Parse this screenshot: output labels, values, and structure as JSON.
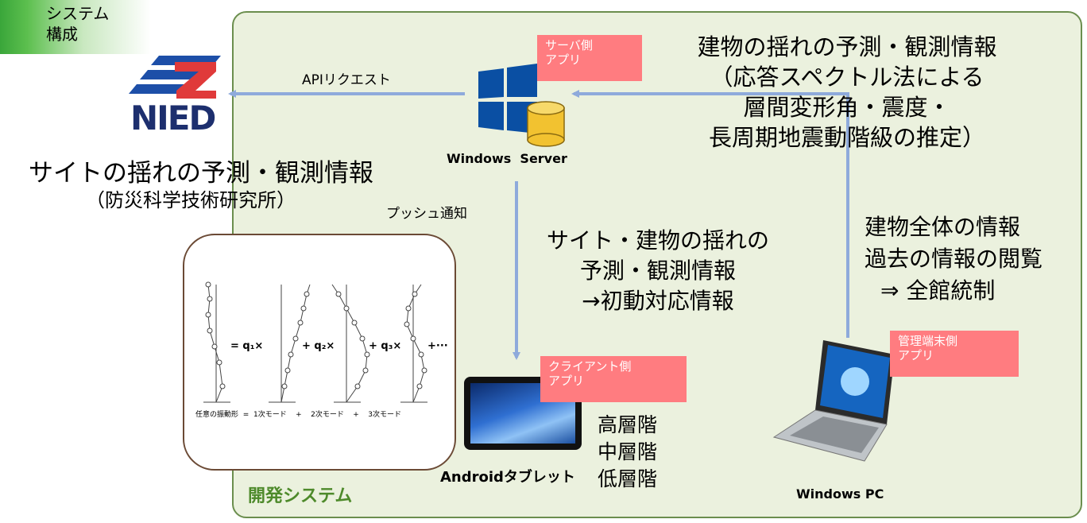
{
  "corner_tag": {
    "line1": "システム",
    "line2": "構成"
  },
  "panel_title": "開発システム",
  "nied": {
    "logo_text": "NIED",
    "caption_line1": "サイトの揺れの予測・観測情報",
    "caption_line2": "（防災科学技術研究所）"
  },
  "server": {
    "tag": "サーバ側\nアプリ",
    "tag_l1": "サーバ側",
    "tag_l2": "アプリ",
    "name": "Windows  Server"
  },
  "api_label": "APIリクエスト",
  "push_label": "プッシュ通知",
  "server_info": {
    "l1": "建物の揺れの予測・観測情報",
    "l2": "（応答スペクトル法による",
    "l3": "層間変形角・震度・",
    "l4": "長周期地震動階級の推定）"
  },
  "site_info": {
    "l1": "サイト・建物の揺れの",
    "l2": "予測・観測情報",
    "l3": "→初動対応情報"
  },
  "pc_info": {
    "l1": "建物全体の情報",
    "l2": "過去の情報の閲覧",
    "l3": "⇒ 全館統制"
  },
  "client": {
    "tag_l1": "クライアント側",
    "tag_l2": "アプリ",
    "name": "Androidタブレット",
    "floors": [
      "高層階",
      "中層階",
      "低層階"
    ]
  },
  "pc": {
    "tag_l1": "管理端末側",
    "tag_l2": "アプリ",
    "name": "Windows PC"
  },
  "modes": {
    "eq_terms": [
      "= q₁×",
      "+ q₂×",
      "+ q₃×",
      "+···"
    ],
    "caption": "任意の振動形  =  1次モード    +    2次モード    +    3次モード"
  },
  "colors": {
    "panel_bg": "#ebf1de",
    "panel_border": "#6b8e4e",
    "arrow": "#8eaadb",
    "label_box": "#ff7c80",
    "title_green": "#4e8a2b"
  }
}
